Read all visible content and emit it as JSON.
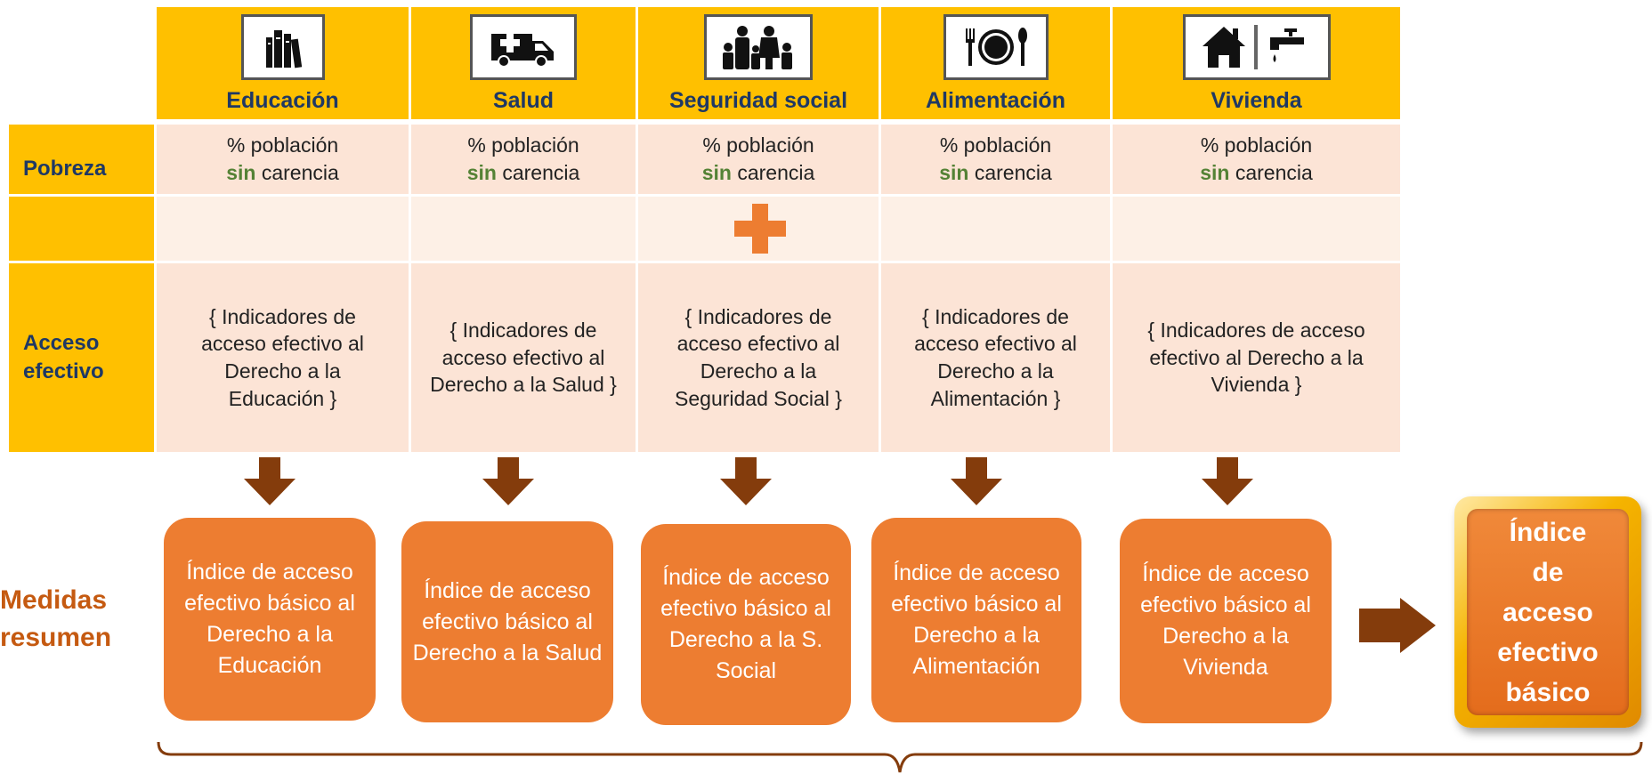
{
  "columns": [
    {
      "key": "edu",
      "header": "Educación",
      "icon": "books-icon",
      "poverty_prefix": "% población",
      "poverty_sin": "sin",
      "poverty_suffix": "carencia",
      "access": "{ Indicadores de acceso efectivo al Derecho a la Educación }",
      "summary": "Índice de acceso efectivo básico al Derecho a la Educación"
    },
    {
      "key": "salud",
      "header": "Salud",
      "icon": "ambulance-icon",
      "poverty_prefix": "% población",
      "poverty_sin": "sin",
      "poverty_suffix": "carencia",
      "access": "{ Indicadores de acceso efectivo al Derecho a la Salud }",
      "summary": "Índice de acceso efectivo básico al Derecho a la Salud"
    },
    {
      "key": "seg",
      "header": "Seguridad social",
      "icon": "family-icon",
      "poverty_prefix": "% población",
      "poverty_sin": "sin",
      "poverty_suffix": "carencia",
      "access": "{ Indicadores de acceso efectivo al Derecho a la Seguridad Social }",
      "summary": "Índice de acceso efectivo básico al Derecho a la S. Social"
    },
    {
      "key": "ali",
      "header": "Alimentación",
      "icon": "plate-utensils-icon",
      "poverty_prefix": "% población",
      "poverty_sin": "sin",
      "poverty_suffix": "carencia",
      "access": "{ Indicadores de acceso efectivo al Derecho a la Alimentación }",
      "summary": "Índice de acceso efectivo básico al Derecho a la Alimentación"
    },
    {
      "key": "viv",
      "header": "Vivienda",
      "icon": "house-faucet-icon",
      "poverty_prefix": "% población",
      "poverty_sin": "sin",
      "poverty_suffix": "carencia",
      "access": "{ Indicadores de acceso efectivo al Derecho a la Vivienda }",
      "summary": "Índice de acceso efectivo básico al Derecho a la Vivienda"
    }
  ],
  "rows": {
    "poverty_label": "Pobreza",
    "access_label_line1": "Acceso",
    "access_label_line2": "efectivo"
  },
  "summary_side_label": {
    "line1": "Medidas",
    "line2": "resumen"
  },
  "final_index": "Índice de acceso efectivo básico",
  "colors": {
    "header_yellow": "#FFC000",
    "cell_peach": "#FCE4D6",
    "box_orange": "#ED7D31",
    "arrow_brown": "#843C0C",
    "label_navy": "#1F3864",
    "sin_green": "#548235",
    "plus_orange": "#ED7D31"
  }
}
